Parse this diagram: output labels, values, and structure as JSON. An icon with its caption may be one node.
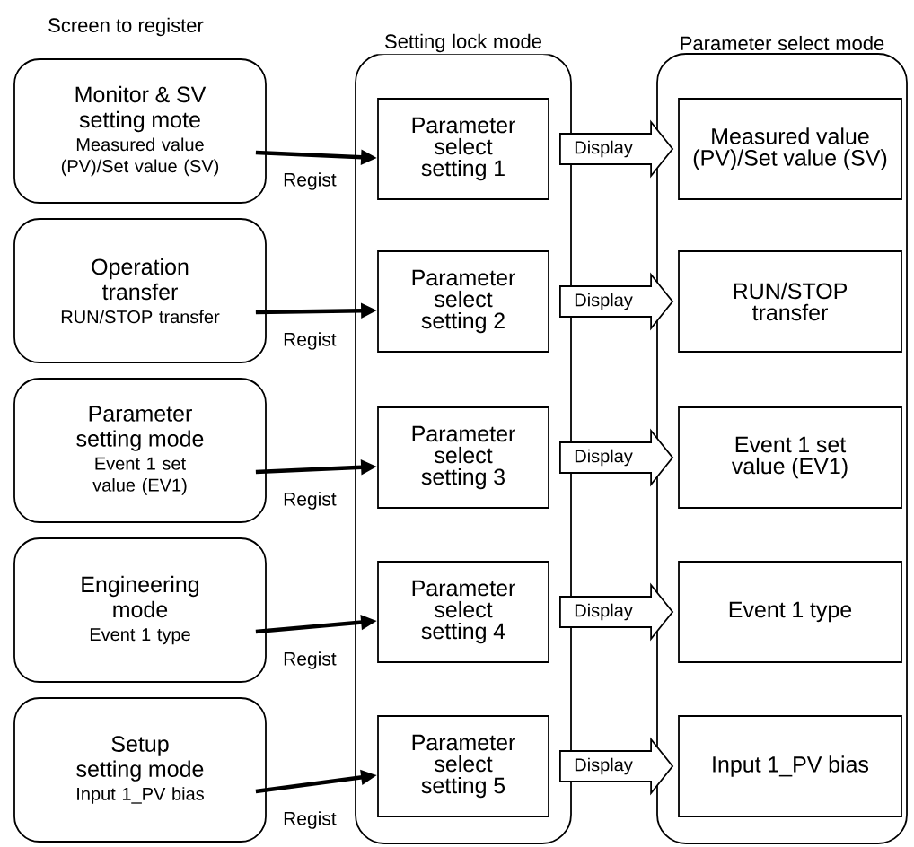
{
  "diagram": {
    "nodes": [
      {
        "text": [
          "Monitor & SV setting mote",
          "Measured value (PV)/Set value (SV)"
        ]
      },
      {
        "text": [
          "Operation transfer",
          "RUN/STOP transfer"
        ]
      },
      {
        "text": [
          "Parameter setting mode",
          "Event 1 set value (EV1)"
        ]
      },
      {
        "text": [
          "Engineering mode",
          "Event 1 type"
        ]
      },
      {
        "text": [
          "Setup setting mode",
          "Input 1_PV bias"
        ]
      },
      {
        "text": [
          "Setting lock mode"
        ]
      },
      {
        "text": [
          "Parameter select setting 1"
        ],
        "in": 5
      },
      {
        "text": [
          "Parameter select setting 2"
        ],
        "in": 5
      },
      {
        "text": [
          "Parameter select setting 3"
        ],
        "in": 5
      },
      {
        "text": [
          "Parameter select setting 4"
        ],
        "in": 5
      },
      {
        "text": [
          "Parameter select setting 5"
        ],
        "in": 5
      },
      {
        "text": [
          "Parameter select mode"
        ]
      },
      {
        "text": [
          "Measured value (PV)/Set value (SV)"
        ],
        "in": 11
      },
      {
        "text": [
          "RUN/STOP transfer"
        ],
        "in": 11
      },
      {
        "text": [
          "Event 1 set value (EV1)"
        ],
        "in": 11
      },
      {
        "text": [
          "Event 1 type"
        ],
        "in": 11
      },
      {
        "text": [
          "Input 1_PV bias"
        ],
        "in": 11
      }
    ],
    "edges": [
      {
        "from": 0,
        "to": 6,
        "arrow": "to",
        "label": "Regist"
      },
      {
        "from": 1,
        "to": 7,
        "arrow": "to",
        "label": "Regist"
      },
      {
        "from": 2,
        "to": 8,
        "arrow": "to",
        "label": "Regist"
      },
      {
        "from": 3,
        "to": 9,
        "arrow": "to",
        "label": "Regist"
      },
      {
        "from": 4,
        "to": 10,
        "arrow": "to",
        "label": "Regist"
      },
      {
        "from": 6,
        "to": 12,
        "arrow": "to",
        "label": "Display"
      },
      {
        "from": 7,
        "to": 13,
        "arrow": "to",
        "label": "Display"
      },
      {
        "from": 8,
        "to": 14,
        "arrow": "to",
        "label": "Display"
      },
      {
        "from": 9,
        "to": 15,
        "arrow": "to",
        "label": "Display"
      },
      {
        "from": 10,
        "to": 16,
        "arrow": "to",
        "label": "Display"
      }
    ],
    "labels": [
      "Screen to register"
    ]
  }
}
